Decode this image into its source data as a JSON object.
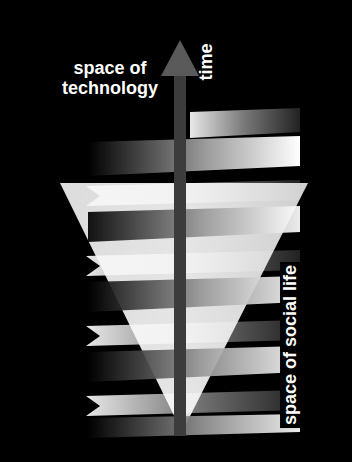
{
  "diagram": {
    "labels": [
      "space of technology",
      "time",
      "space of social life"
    ]
  }
}
